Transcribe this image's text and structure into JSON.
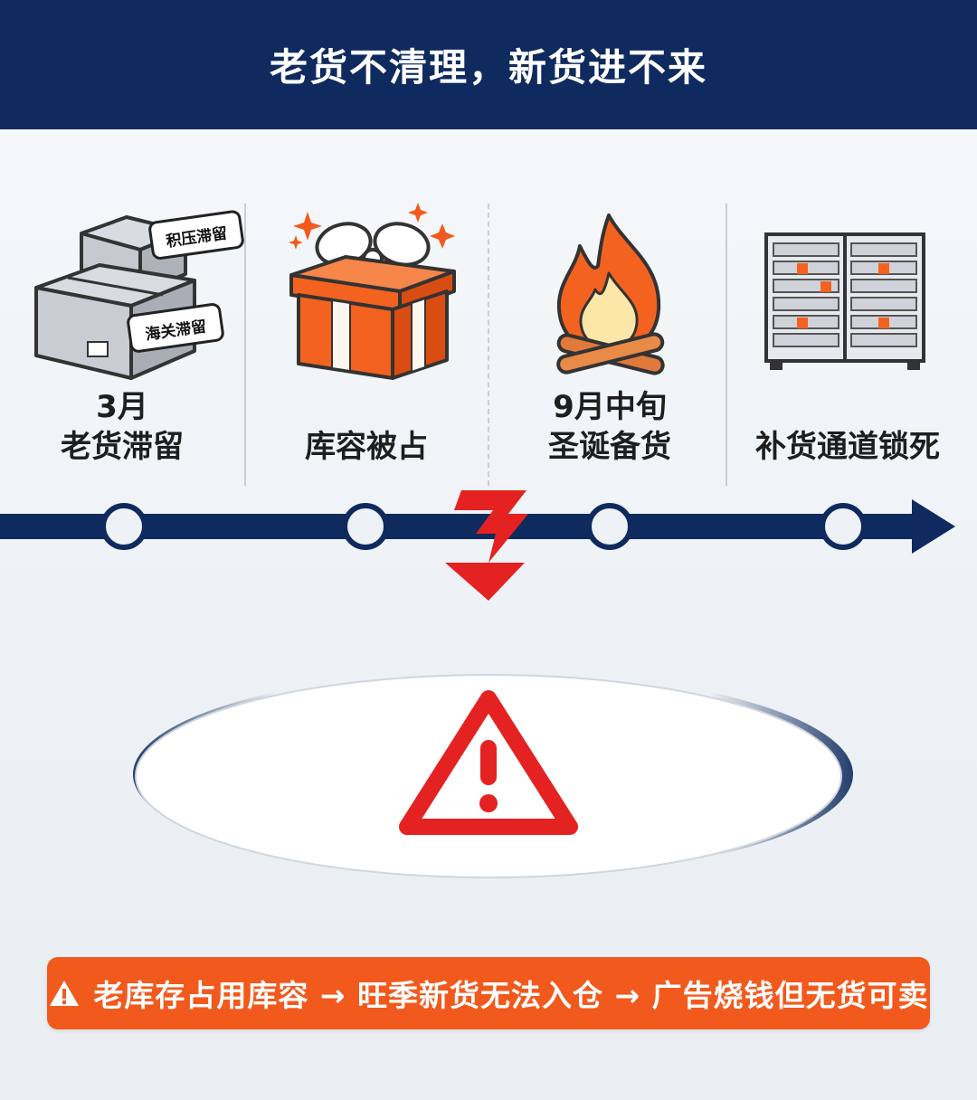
{
  "header": {
    "title": "老货不清理，新货进不来"
  },
  "stages": [
    {
      "line1": "3月",
      "line2": "老货滞留",
      "icon": "stacked-boxes-icon",
      "tags": [
        "积压滞留",
        "海关滞留"
      ]
    },
    {
      "line1": "",
      "line2": "库容被占",
      "icon": "gift-box-icon"
    },
    {
      "line1": "9月中旬",
      "line2": "圣诞备货",
      "icon": "bonfire-icon"
    },
    {
      "line1": "",
      "line2": "补货通道锁死",
      "icon": "locked-shelving-icon"
    }
  ],
  "timeline": {
    "icons": [
      "timeline-node",
      "break-bolt-icon",
      "arrow-head-icon"
    ]
  },
  "alert": {
    "icon": "warning-triangle-icon"
  },
  "banner": {
    "icon": "warning-small-icon",
    "text": "老库存占用库容 → 旺季新货无法入仓 → 广告烧钱但无货可卖"
  },
  "colors": {
    "navy": "#0f2a5e",
    "orange": "#f25a1d",
    "red": "#e52222",
    "gift_orange": "#f4621f",
    "flame": "#f4621f"
  }
}
